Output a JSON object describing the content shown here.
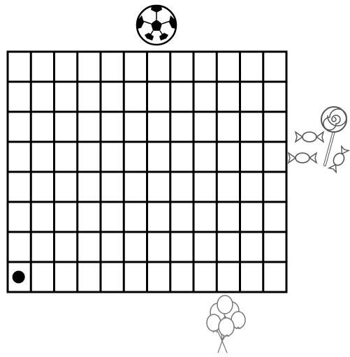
{
  "grid": {
    "columns": 12,
    "rows": 8,
    "line_color": "#000000",
    "background": "#ffffff"
  },
  "token": {
    "column": 1,
    "row": 8,
    "color": "#000000"
  },
  "pictures": {
    "top": "soccer-ball",
    "right": "candy",
    "bottom": "balloons"
  }
}
